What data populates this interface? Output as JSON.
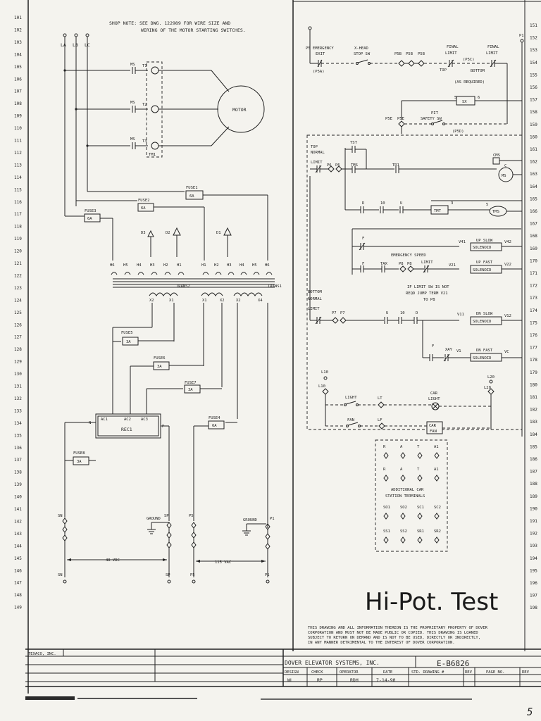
{
  "shop_note": [
    "SHOP NOTE: SEE DWG. 122989 FOR WIRE SIZE AND",
    "WIRING OF THE MOTOR STARTING SWITCHES."
  ],
  "line_numbers_left": [
    "101",
    "102",
    "103",
    "104",
    "105",
    "106",
    "107",
    "108",
    "109",
    "110",
    "111",
    "112",
    "113",
    "114",
    "115",
    "116",
    "117",
    "118",
    "119",
    "120",
    "121",
    "122",
    "123",
    "124",
    "125",
    "126",
    "127",
    "128",
    "129",
    "130",
    "131",
    "132",
    "133",
    "134",
    "135",
    "136",
    "137",
    "138",
    "139",
    "140",
    "141",
    "142",
    "143",
    "144",
    "145",
    "146",
    "147",
    "148",
    "149"
  ],
  "line_numbers_right": [
    "151",
    "152",
    "153",
    "154",
    "155",
    "156",
    "157",
    "158",
    "159",
    "160",
    "161",
    "162",
    "163",
    "164",
    "165",
    "166",
    "167",
    "168",
    "169",
    "170",
    "171",
    "172",
    "173",
    "174",
    "175",
    "176",
    "177",
    "178",
    "179",
    "180",
    "181",
    "182",
    "183",
    "184",
    "185",
    "186",
    "187",
    "188",
    "189",
    "190",
    "191",
    "192",
    "193",
    "194",
    "195",
    "196",
    "197",
    "198"
  ],
  "supply": {
    "la": "LA",
    "lb": "LB",
    "lc": "LC"
  },
  "motor": {
    "label": "MOTOR",
    "contacts": [
      "MS",
      "MS",
      "MS"
    ],
    "terminals": [
      "T1",
      "T2",
      "T3"
    ],
    "tm": "TM1"
  },
  "fuses": {
    "fuse1": {
      "name": "FUSE1",
      "rating": "6A"
    },
    "fuse2": {
      "name": "FUSE2",
      "rating": "6A"
    },
    "fuse3": {
      "name": "FUSE3",
      "rating": "6A"
    },
    "fuse4": {
      "name": "FUSE4",
      "rating": "6A"
    },
    "fuse5": {
      "name": "FUSE5",
      "rating": "3A"
    },
    "fuse6": {
      "name": "FUSE6",
      "rating": "3A"
    },
    "fuse7": {
      "name": "FUSE7",
      "rating": "3A"
    },
    "fuse8": {
      "name": "FUSE8",
      "rating": "3A"
    }
  },
  "transformers": {
    "trans1": "TRANS1",
    "trans2": "TRANS2",
    "left_taps": [
      "H6",
      "H5",
      "H4",
      "H3",
      "H2",
      "H1"
    ],
    "right_taps": [
      "H1",
      "H2",
      "H3",
      "H4",
      "H5",
      "H6"
    ],
    "d3": "D3",
    "d2": "D2",
    "d1": "D1",
    "secondary_left": [
      "X2",
      "X1"
    ],
    "secondary_mid": [
      "X1",
      "X2"
    ],
    "secondary_right": [
      "X2",
      "X4"
    ]
  },
  "rectifier": {
    "label": "REC1",
    "ac": [
      "AC1",
      "AC2",
      "AC3"
    ],
    "n": "N",
    "p": "P"
  },
  "bottom_left": {
    "sn": "SN",
    "sp": "SP",
    "p5": "P5",
    "p1": "P1",
    "ground1": "GROUND",
    "ground2": "GROUND",
    "vdc": "48 VDC",
    "vac": "115 VAC"
  },
  "right_circuit": {
    "p1": "P1",
    "p5_emergency": "P5 EMERGENCY",
    "exit": "EXIT",
    "p5a": "(P5A)",
    "xhead": "X-HEAD",
    "stop_sw": "STOP SW",
    "p5b": [
      "P5B",
      "P5B",
      "P5B"
    ],
    "final_limit1": [
      "FINAL",
      "LIMIT"
    ],
    "final_limit2": [
      "FINAL",
      "LIMIT"
    ],
    "p5c": "(P5C)",
    "top": "TOP",
    "bottom": "BOTTOM",
    "as_required": "(AS REQUIRED)",
    "sx": "SX",
    "sx5": "5",
    "sx6": "6",
    "p5e": [
      "P5E",
      "P5E"
    ],
    "pit": "PIT",
    "safety_sw": "SAFETY SW",
    "p5d": "(P5D)",
    "top_normal": [
      "TOP",
      "NORMAL",
      "LIMIT"
    ],
    "p6": [
      "P6",
      "P6"
    ],
    "tst": "TST",
    "tms": "TMS",
    "tr1": "TR1",
    "cms": "CMS",
    "c": "C",
    "ms": "MS",
    "d": "D",
    "l0": "10",
    "u": "U",
    "tmt": "TMT",
    "num3": "3",
    "num5": "5",
    "tms2": "TMS",
    "f": "F",
    "v41": "V41",
    "up_slow": "UP SLOW",
    "solenoid": "SOLENOID",
    "v42": "V42",
    "emergency_speed": "EMERGENCY SPEED",
    "limit": "LIMIT",
    "tax": "TAX",
    "p8": [
      "P8",
      "P8"
    ],
    "v21": "V21",
    "up_fast": "UP FAST",
    "v22": "V22",
    "note": [
      "IF LIMIT SW IS NOT",
      "REQD JUMP TERM V21",
      "TO P8"
    ],
    "bottom_normal": [
      "BOTTOM",
      "NORMAL",
      "LIMIT"
    ],
    "p7": [
      "P7",
      "P7"
    ],
    "v11": "V11",
    "dn_slow": "DN SLOW",
    "v12": "V12",
    "xay": "XAY",
    "v1": "V1",
    "dn_fast": "DN FAST",
    "vc": "VC",
    "l10": [
      "L10",
      "L10"
    ],
    "l20": [
      "L20",
      "L20"
    ],
    "light": "LIGHT",
    "lt": "LT",
    "car_light": [
      "CAR",
      "LIGHT"
    ],
    "fan": "FAN",
    "lf": "LF",
    "car_fan": [
      "CAR",
      "FAN"
    ],
    "station_row1": [
      "R",
      "A",
      "T",
      "A1"
    ],
    "station_row2": [
      "R",
      "A",
      "T",
      "A1"
    ],
    "additional": [
      "ADDITIONAL CAR",
      "STATION TERMINALS"
    ],
    "station_row3": [
      "SO1",
      "SO2",
      "SC1",
      "SC2"
    ],
    "station_row4": [
      "SS1",
      "SS2",
      "SR1",
      "SR2"
    ]
  },
  "handwritten": "Hi-Pot. Test",
  "proprietary": [
    "THIS DRAWING AND ALL INFORMATION THEREON IS THE PROPRIETARY PROPERTY OF DOVER",
    "CORPORATION AND MUST NOT BE MADE PUBLIC OR COPIED. THIS DRAWING IS LOANED",
    "SUBJECT TO RETURN ON DEMAND AND IS NOT TO BE USED, DIRECTLY OR INDIRECTLY,",
    "IN ANY MANNER DETRIMENTAL TO THE INTEREST OF DOVER CORPORATION."
  ],
  "title_block": {
    "customer": "TEXACO, INC.",
    "company": "DOVER ELEVATOR SYSTEMS, INC.",
    "drawing_no": "E-B6826",
    "headers": [
      "DESIGN",
      "CHECK",
      "OPERATOR",
      "DATE",
      "STD. DRAWING #",
      "REV",
      "PAGE NO.",
      "REV"
    ],
    "values": [
      "WL",
      "RP",
      "RDH",
      "7-14-90"
    ]
  },
  "page_mark": "5"
}
